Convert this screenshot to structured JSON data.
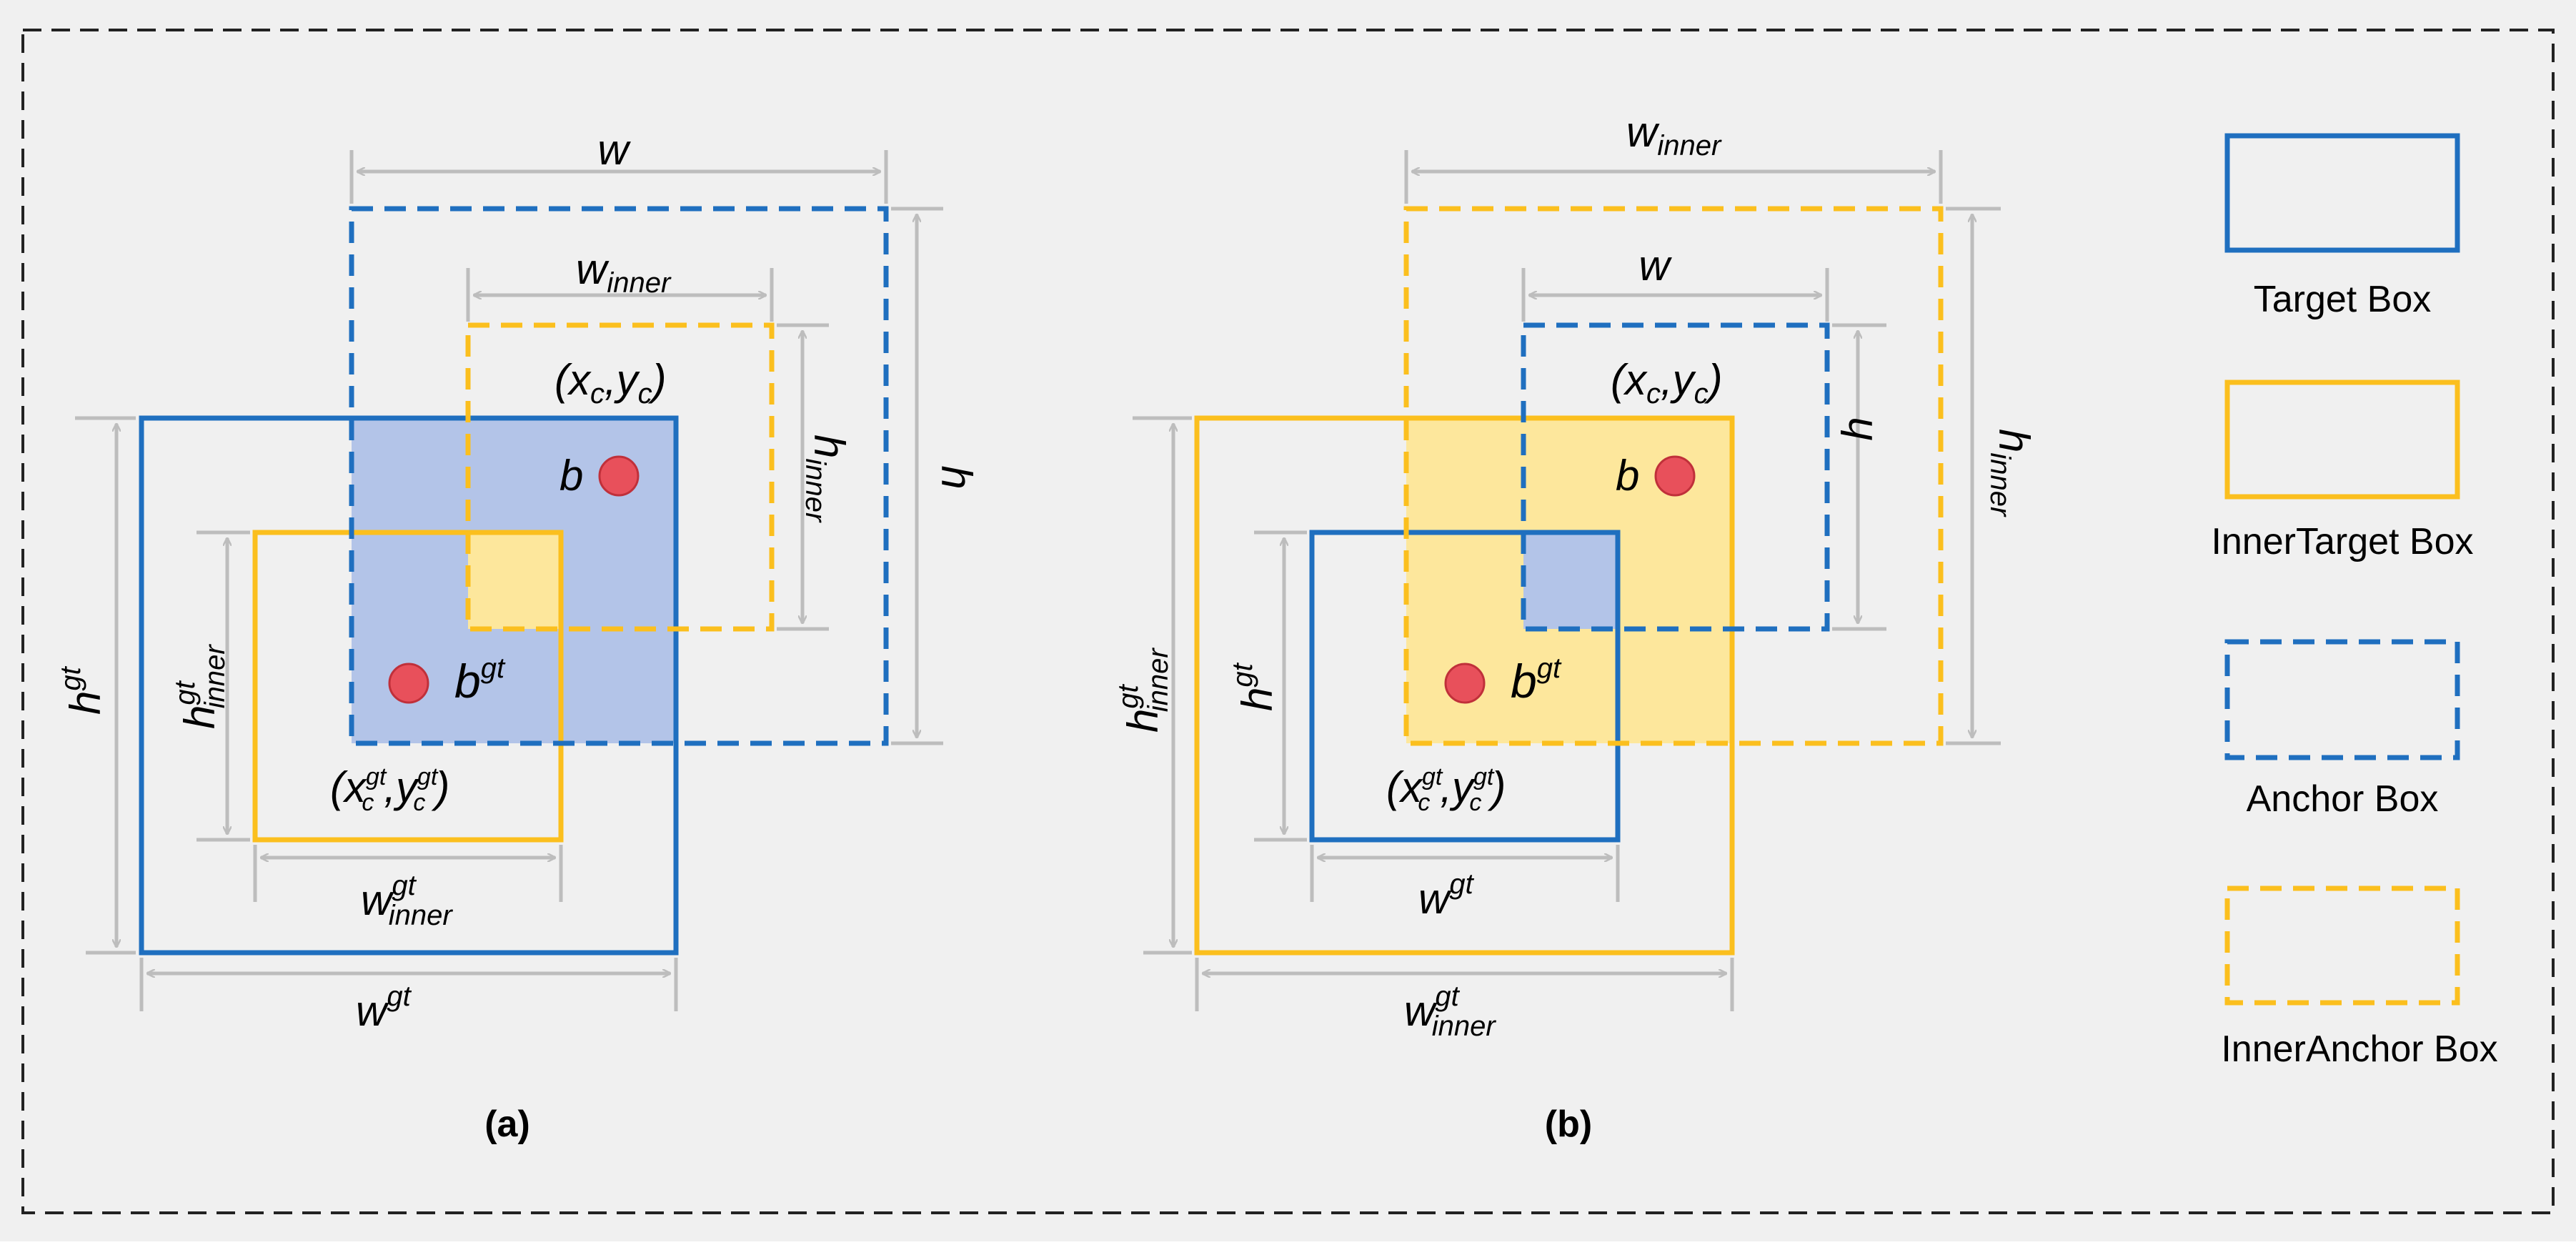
{
  "colors": {
    "target": "#1f6fbf",
    "inner": "#fbbf1e",
    "overlap_blue": "#b3c4e8",
    "overlap_yellow": "#fde79c",
    "center": "#e8505b",
    "dim": "#bdbdbd",
    "background": "#f0f0f0"
  },
  "panel_a": {
    "caption": "(a)",
    "w_label": "w",
    "w_inner_base": "w",
    "w_inner_sub": "inner",
    "h_label": "h",
    "h_inner_base": "h",
    "h_inner_sub": "inner",
    "center_label_open": "(x",
    "center_label_sub1": "c",
    "center_label_mid": ",y",
    "center_label_sub2": "c",
    "center_label_close": ")",
    "b_label": "b",
    "bgt_base": "b",
    "bgt_sup": "gt",
    "gt_center_open": "(x",
    "gt_center_sup1": "gt",
    "gt_center_sub1": "c",
    "gt_center_mid": ",y",
    "gt_center_sup2": "gt",
    "gt_center_sub2": "c",
    "gt_center_close": ")",
    "h_gt_base": "h",
    "h_gt_sup": "gt",
    "h_gt_inner_base": "h",
    "h_gt_inner_sup": "gt",
    "h_gt_inner_sub": "inner",
    "w_gt_inner_base": "w",
    "w_gt_inner_sup": "gt",
    "w_gt_inner_sub": "inner",
    "w_gt_base": "w",
    "w_gt_sup": "gt"
  },
  "panel_b": {
    "caption": "(b)",
    "w_inner_base": "w",
    "w_inner_sub": "inner",
    "w_label": "w",
    "h_label": "h",
    "h_inner_base": "h",
    "h_inner_sub": "inner",
    "center_label_open": "(x",
    "center_label_sub1": "c",
    "center_label_mid": ",y",
    "center_label_sub2": "c",
    "center_label_close": ")",
    "b_label": "b",
    "bgt_base": "b",
    "bgt_sup": "gt",
    "gt_center_open": "(x",
    "gt_center_sup1": "gt",
    "gt_center_sub1": "c",
    "gt_center_mid": ",y",
    "gt_center_sup2": "gt",
    "gt_center_sub2": "c",
    "gt_center_close": ")",
    "h_gt_base": "h",
    "h_gt_sup": "gt",
    "h_gt_inner_base": "h",
    "h_gt_inner_sup": "gt",
    "h_gt_inner_sub": "inner",
    "w_gt_base": "w",
    "w_gt_sup": "gt",
    "w_gt_inner_base": "w",
    "w_gt_inner_sup": "gt",
    "w_gt_inner_sub": "inner"
  },
  "legend": {
    "target": "Target Box",
    "inner_target": "InnerTarget Box",
    "anchor": "Anchor Box",
    "inner_anchor": "InnerAnchor Box"
  }
}
